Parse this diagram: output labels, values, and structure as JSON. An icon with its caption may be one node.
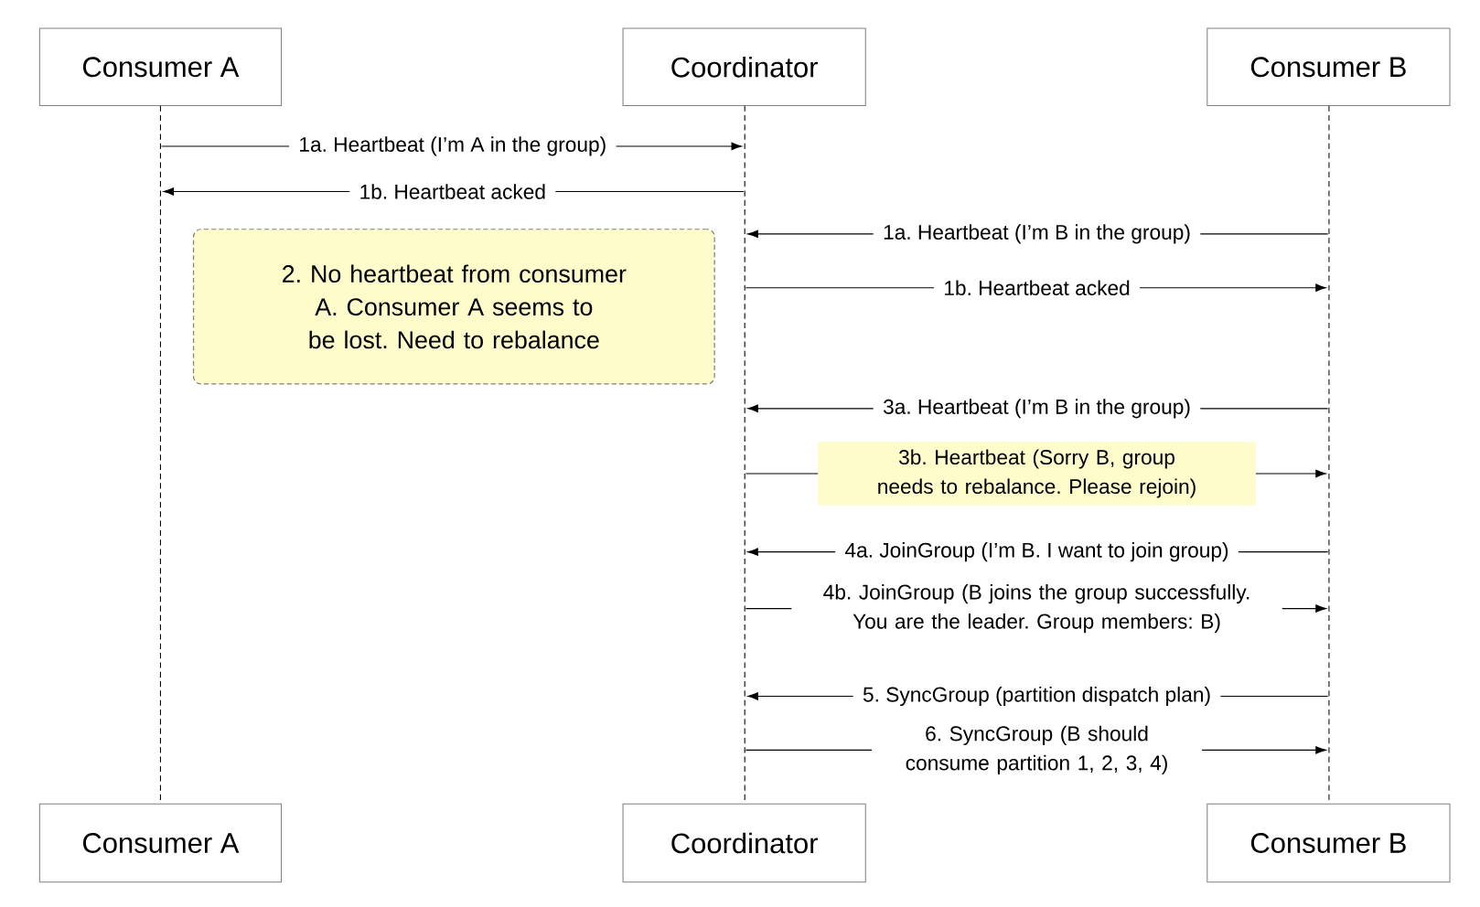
{
  "diagram": {
    "nodes": [
      {
        "text": [
          "Consumer A"
        ]
      },
      {
        "text": [
          "Coordinator"
        ]
      },
      {
        "text": [
          "Consumer B"
        ]
      },
      {
        "text": [
          "Consumer A"
        ]
      },
      {
        "text": [
          "Coordinator"
        ]
      },
      {
        "text": [
          "Consumer B"
        ]
      },
      {
        "text": [
          "2. No heartbeat from consumer A. Consumer A seems to be lost. Need to rebalance"
        ]
      },
      {
        "text": [],
        "shape": "line"
      },
      {
        "text": [],
        "shape": "line"
      },
      {
        "text": [],
        "shape": "line"
      }
    ],
    "edges": [
      {
        "from": 7,
        "to": 8,
        "arrow": "to",
        "label": "1a. Heartbeat (I’m A in the group)"
      },
      {
        "from": 8,
        "to": 7,
        "arrow": "to",
        "label": "1b. Heartbeat acked"
      },
      {
        "from": 9,
        "to": 8,
        "arrow": "to",
        "label": "1a. Heartbeat (I’m B in the group)"
      },
      {
        "from": 8,
        "to": 9,
        "arrow": "to",
        "label": "1b. Heartbeat acked"
      },
      {
        "from": 9,
        "to": 8,
        "arrow": "to",
        "label": "3a. Heartbeat (I’m B in the group)"
      },
      {
        "from": 8,
        "to": 9,
        "arrow": "to",
        "label": "3b. Heartbeat (Sorry B, group needs to rebalance. Please rejoin)"
      },
      {
        "from": 9,
        "to": 8,
        "arrow": "to",
        "label": "4a. JoinGroup (I’m B. I want to join group)"
      },
      {
        "from": 8,
        "to": 9,
        "arrow": "to",
        "label": "4b. JoinGroup (B joins the group successfully. You are the leader. Group members: B)"
      },
      {
        "from": 9,
        "to": 8,
        "arrow": "to",
        "label": "5. SyncGroup (partition dispatch plan)"
      },
      {
        "from": 8,
        "to": 9,
        "arrow": "to",
        "label": "6. SyncGroup (B should consume partition 1, 2, 3, 4)"
      }
    ]
  }
}
